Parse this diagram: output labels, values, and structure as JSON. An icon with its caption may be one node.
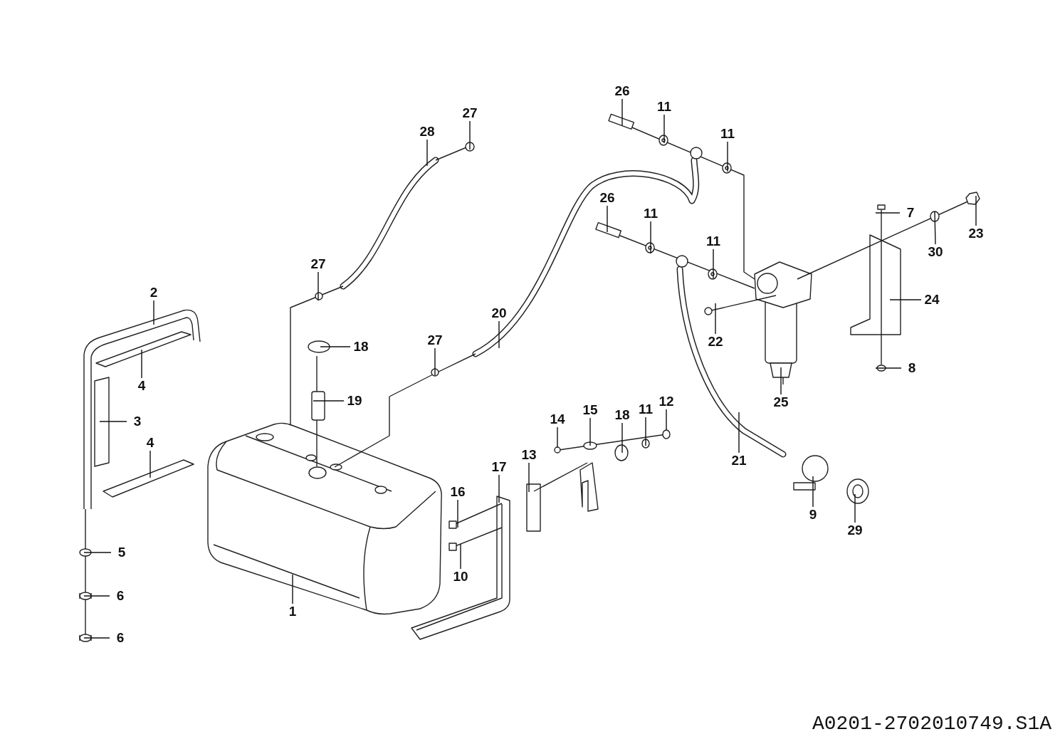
{
  "diagram": {
    "nodes": [
      {
        "text": [
          "26"
        ]
      },
      {
        "text": [
          "11"
        ]
      },
      {
        "text": [
          "27"
        ]
      },
      {
        "text": [
          "28"
        ]
      },
      {
        "text": [
          "11"
        ]
      },
      {
        "text": [
          "26"
        ]
      },
      {
        "text": [
          "7"
        ]
      },
      {
        "text": [
          "11"
        ]
      },
      {
        "text": [
          "23"
        ]
      },
      {
        "text": [
          "11"
        ]
      },
      {
        "text": [
          "30"
        ]
      },
      {
        "text": [
          "27"
        ]
      },
      {
        "text": [
          "2"
        ]
      },
      {
        "text": [
          "24"
        ]
      },
      {
        "text": [
          "20"
        ]
      },
      {
        "text": [
          "22"
        ]
      },
      {
        "text": [
          "18"
        ]
      },
      {
        "text": [
          "27"
        ]
      },
      {
        "text": [
          "4"
        ]
      },
      {
        "text": [
          "8"
        ]
      },
      {
        "text": [
          "19"
        ]
      },
      {
        "text": [
          "25"
        ]
      },
      {
        "text": [
          "3"
        ]
      },
      {
        "text": [
          "15"
        ]
      },
      {
        "text": [
          "18"
        ]
      },
      {
        "text": [
          "11"
        ]
      },
      {
        "text": [
          "12"
        ]
      },
      {
        "text": [
          "14"
        ]
      },
      {
        "text": [
          "4"
        ]
      },
      {
        "text": [
          "13"
        ]
      },
      {
        "text": [
          "17"
        ]
      },
      {
        "text": [
          "21"
        ]
      },
      {
        "text": [
          "16"
        ]
      },
      {
        "text": [
          "9"
        ]
      },
      {
        "text": [
          "29"
        ]
      },
      {
        "text": [
          "5"
        ]
      },
      {
        "text": [
          "10"
        ]
      },
      {
        "text": [
          "1"
        ]
      },
      {
        "text": [
          "6"
        ]
      },
      {
        "text": [
          "6"
        ]
      },
      {
        "text": [],
        "shape": "circle"
      },
      {
        "text": [],
        "shape": "circle"
      },
      {
        "text": [],
        "shape": "circle"
      }
    ],
    "edges": [
      {
        "from": 0,
        "to": null,
        "arrow": "none"
      },
      {
        "from": 1,
        "to": null,
        "arrow": "none"
      },
      {
        "from": 2,
        "to": null,
        "arrow": "none"
      },
      {
        "from": 3,
        "to": null,
        "arrow": "none"
      },
      {
        "from": 4,
        "to": null,
        "arrow": "none"
      },
      {
        "from": 5,
        "to": null,
        "arrow": "none"
      },
      {
        "from": 6,
        "to": null,
        "arrow": "none"
      },
      {
        "from": 7,
        "to": null,
        "arrow": "none"
      },
      {
        "from": 8,
        "to": null,
        "arrow": "none"
      },
      {
        "from": 9,
        "to": null,
        "arrow": "none"
      },
      {
        "from": 10,
        "to": 40,
        "arrow": "none"
      },
      {
        "from": 11,
        "to": null,
        "arrow": "none"
      },
      {
        "from": 12,
        "to": null,
        "arrow": "none"
      },
      {
        "from": 13,
        "to": null,
        "arrow": "none"
      },
      {
        "from": 14,
        "to": null,
        "arrow": "none"
      },
      {
        "from": 15,
        "to": null,
        "arrow": "none"
      },
      {
        "from": 16,
        "to": null,
        "arrow": "none"
      },
      {
        "from": 17,
        "to": null,
        "arrow": "none"
      },
      {
        "from": 18,
        "to": null,
        "arrow": "none"
      },
      {
        "from": 19,
        "to": null,
        "arrow": "none"
      },
      {
        "from": 20,
        "to": null,
        "arrow": "none"
      },
      {
        "from": 21,
        "to": null,
        "arrow": "none"
      },
      {
        "from": 22,
        "to": null,
        "arrow": "none"
      },
      {
        "from": 23,
        "to": null,
        "arrow": "none"
      },
      {
        "from": 24,
        "to": null,
        "arrow": "none"
      },
      {
        "from": 25,
        "to": null,
        "arrow": "none"
      },
      {
        "from": 26,
        "to": 41,
        "arrow": "none"
      },
      {
        "from": 27,
        "to": 42,
        "arrow": "none"
      },
      {
        "from": 28,
        "to": null,
        "arrow": "none"
      },
      {
        "from": 29,
        "to": null,
        "arrow": "none"
      },
      {
        "from": 30,
        "to": null,
        "arrow": "none"
      },
      {
        "from": 31,
        "to": null,
        "arrow": "none"
      },
      {
        "from": 32,
        "to": null,
        "arrow": "none"
      },
      {
        "from": 33,
        "to": null,
        "arrow": "none"
      },
      {
        "from": 34,
        "to": null,
        "arrow": "none"
      },
      {
        "from": 35,
        "to": null,
        "arrow": "none"
      },
      {
        "from": 36,
        "to": null,
        "arrow": "none"
      },
      {
        "from": 37,
        "to": null,
        "arrow": "none"
      },
      {
        "from": 38,
        "to": null,
        "arrow": "none"
      },
      {
        "from": 39,
        "to": null,
        "arrow": "none"
      }
    ],
    "labels": [
      "A0201-2702010749.S1A"
    ]
  }
}
